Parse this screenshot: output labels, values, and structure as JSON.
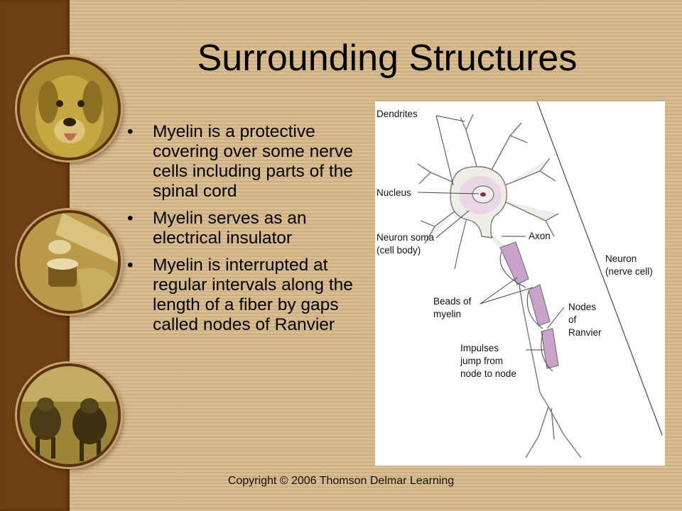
{
  "slide": {
    "title": "Surrounding Structures",
    "bullets": [
      "Myelin is a protective covering over some nerve cells including parts of the spinal cord",
      "Myelin serves as an electrical insulator",
      "Myelin is interrupted at regular intervals along the length of a fiber by gaps called nodes of Ranvier"
    ],
    "footer": "Copyright © 2006 Thomson Delmar Learning"
  },
  "diagram": {
    "labels": {
      "dendrites": "Dendrites",
      "nucleus": "Nucleus",
      "soma_1": "Neuron soma",
      "soma_2": "(cell body)",
      "axon": "Axon",
      "neuron_1": "Neuron",
      "neuron_2": "(nerve cell)",
      "beads_1": "Beads of",
      "beads_2": "myelin",
      "nodes_1": "Nodes",
      "nodes_2": "of",
      "nodes_3": "Ranvier",
      "impulses_1": "Impulses",
      "impulses_2": "jump from",
      "impulses_3": "node to node"
    }
  },
  "colors": {
    "background": "#d6b98c",
    "sidebar": "#6e3f12",
    "myelin": "#c9a3c9",
    "cell": "#f1ece6"
  },
  "icons": [
    "dog-photo",
    "lab-equipment-photo",
    "cattle-photo"
  ]
}
